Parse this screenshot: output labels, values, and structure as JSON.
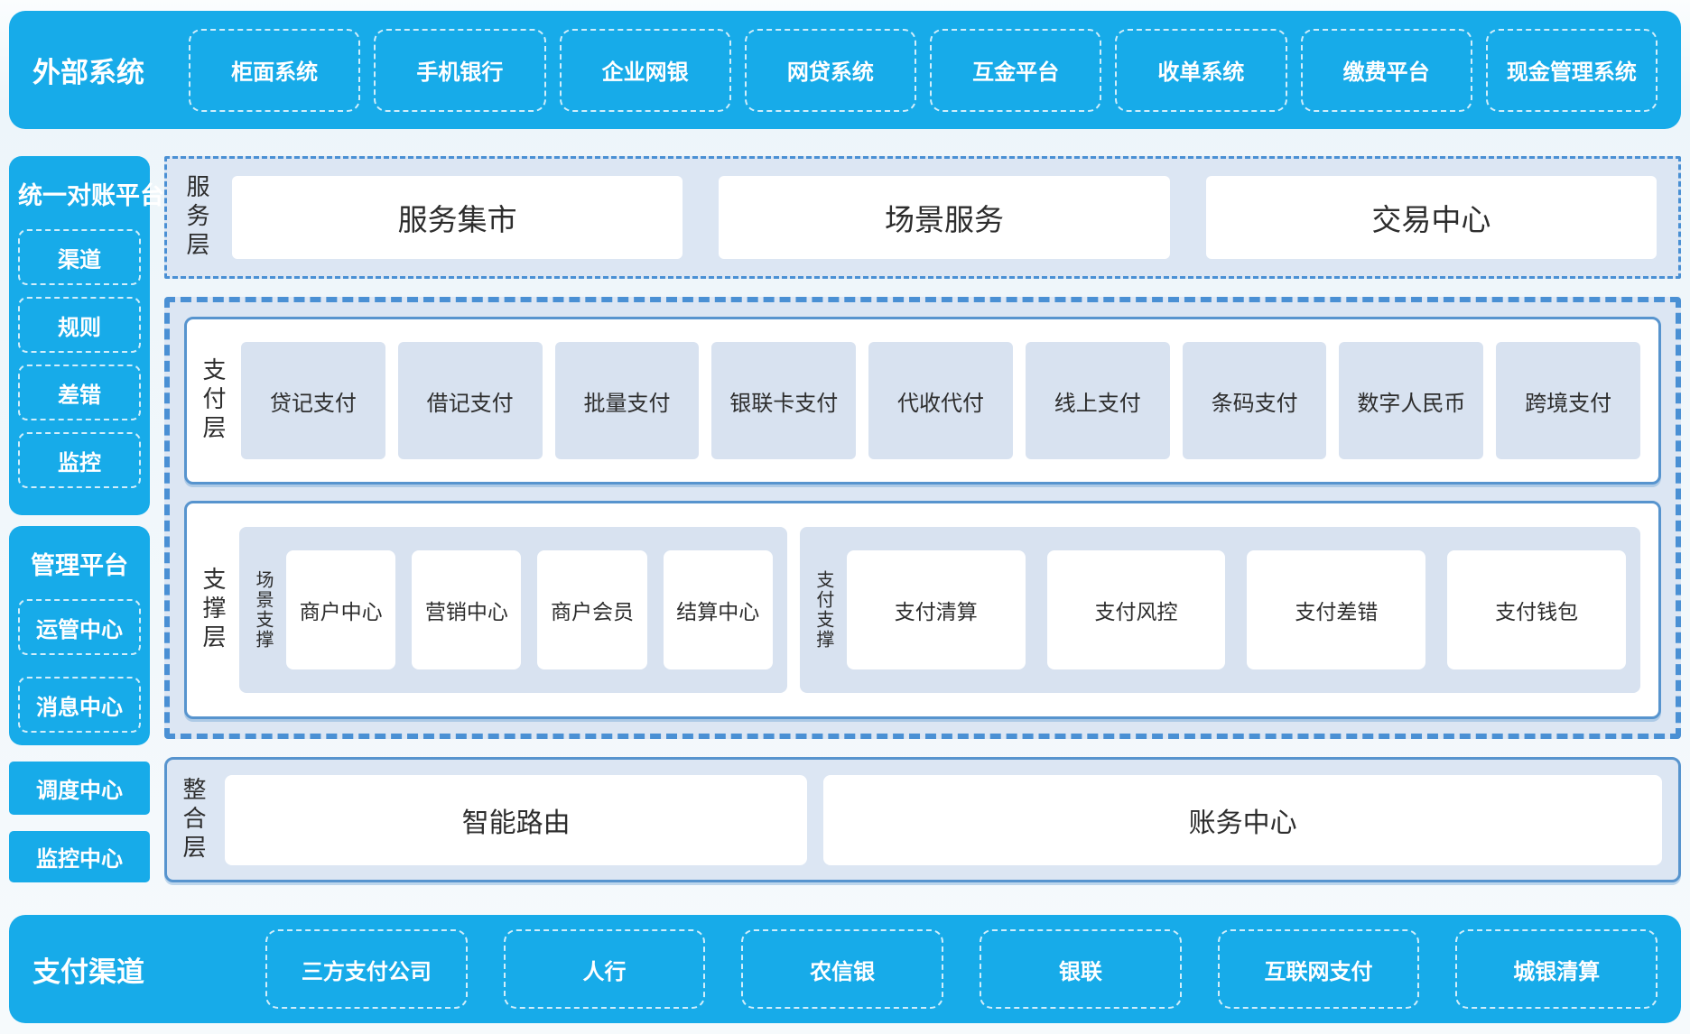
{
  "colors": {
    "accent-blue": "#17abe9",
    "panel-bg": "#dce6f3",
    "cell-bg": "#d8e2f0",
    "box-border": "#5794ce",
    "dash-border": "#4a90d4",
    "text-dark": "#2d2d2d"
  },
  "external_systems": {
    "label": "外部系统",
    "items": [
      "柜面系统",
      "手机银行",
      "企业网银",
      "网贷系统",
      "互金平台",
      "收单系统",
      "缴费平台",
      "现金管理系统"
    ]
  },
  "sidebar": {
    "reconciliation": {
      "title": "统一对账平台",
      "items": [
        "渠道",
        "规则",
        "差错",
        "监控"
      ]
    },
    "management": {
      "title": "管理平台",
      "items": [
        "运管中心",
        "消息中心"
      ]
    },
    "standalone": [
      "调度中心",
      "监控中心"
    ]
  },
  "service_layer": {
    "label": "服务层",
    "items": [
      "服务集市",
      "场景服务",
      "交易中心"
    ]
  },
  "payment_layer": {
    "label": "支付层",
    "items": [
      "贷记支付",
      "借记支付",
      "批量支付",
      "银联卡支付",
      "代收代付",
      "线上支付",
      "条码支付",
      "数字人民币",
      "跨境支付"
    ]
  },
  "support_layer": {
    "label": "支撑层",
    "groups": [
      {
        "label": "场景支撑",
        "items": [
          "商户中心",
          "营销中心",
          "商户会员",
          "结算中心"
        ]
      },
      {
        "label": "支付支撑",
        "items": [
          "支付清算",
          "支付风控",
          "支付差错",
          "支付钱包"
        ]
      }
    ]
  },
  "integration_layer": {
    "label": "整合层",
    "items": [
      "智能路由",
      "账务中心"
    ]
  },
  "payment_channels": {
    "label": "支付渠道",
    "items": [
      "三方支付公司",
      "人行",
      "农信银",
      "银联",
      "互联网支付",
      "城银清算"
    ]
  }
}
